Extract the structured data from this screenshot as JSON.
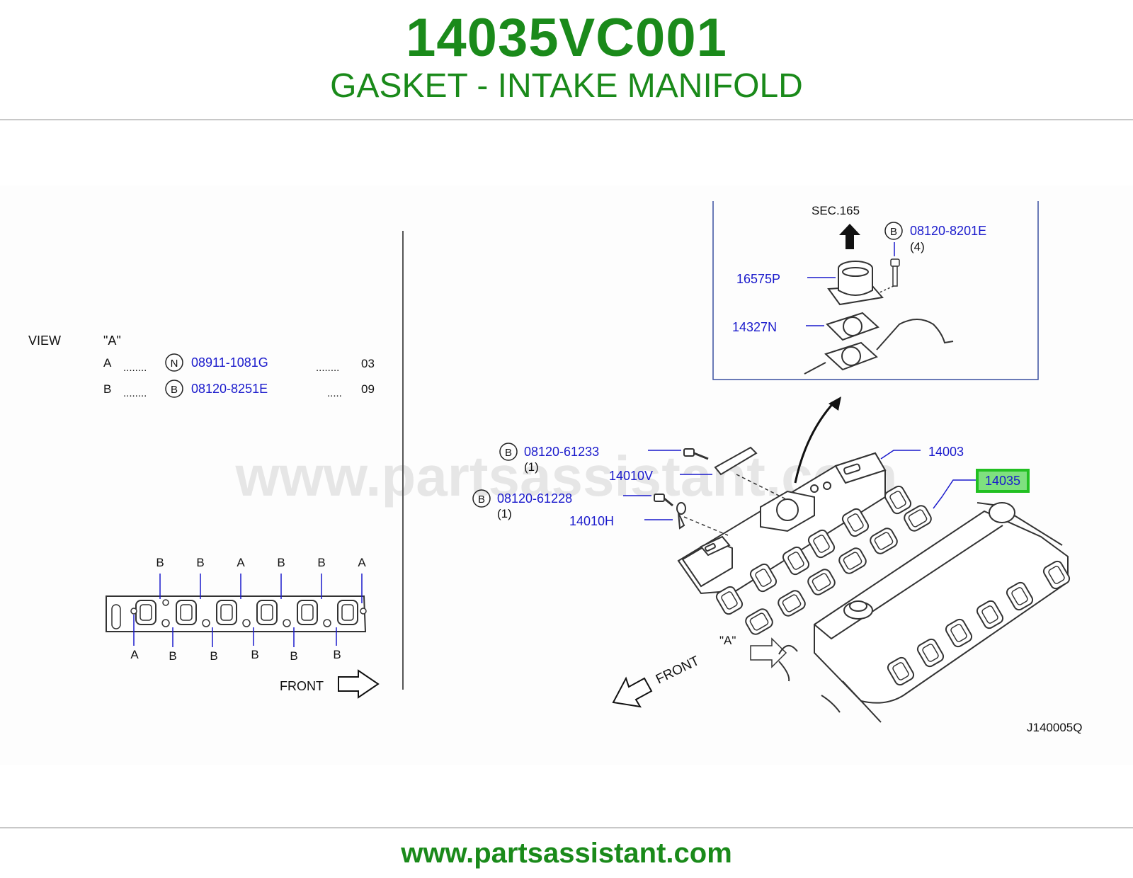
{
  "header": {
    "part_number": "14035VC001",
    "part_name": "GASKET - INTAKE MANIFOLD"
  },
  "watermark": "www.partsassistant.com",
  "footer": {
    "url": "www.partsassistant.com"
  },
  "colors": {
    "brand_green": "#1a8a1a",
    "part_link_blue": "#1a1acc",
    "highlight_box": "#22c022"
  },
  "view_a": {
    "view_label": "VIEW",
    "view_name": "\"A\"",
    "legend": [
      {
        "key": "A",
        "dots": "........",
        "symbol": "N",
        "part": "08911-1081G",
        "dots2": "........",
        "qty": "03"
      },
      {
        "key": "B",
        "dots": "........",
        "symbol": "B",
        "part": "08120-8251E",
        "dots2": ".....",
        "qty": "09"
      }
    ],
    "top_labels": [
      "B",
      "B",
      "A",
      "B",
      "B",
      "A"
    ],
    "bottom_labels": [
      "A",
      "B",
      "B",
      "B",
      "B",
      "B"
    ],
    "front_label": "FRONT"
  },
  "detail_box": {
    "section_ref": "SEC.165",
    "bolt_symbol": "B",
    "bolt_part": "08120-8201E",
    "bolt_qty": "(4)",
    "part_1": "16575P",
    "part_2": "14327N"
  },
  "callouts": {
    "bolt_1_symbol": "B",
    "bolt_1_part": "08120-61233",
    "bolt_1_qty": "(1)",
    "bolt_2_symbol": "B",
    "bolt_2_part": "08120-61228",
    "bolt_2_qty": "(1)",
    "bracket_v": "14010V",
    "bracket_h": "14010H",
    "manifold": "14003",
    "gasket": "14035",
    "view_ref": "\"A\"",
    "front": "FRONT",
    "diagram_id": "J140005Q"
  }
}
